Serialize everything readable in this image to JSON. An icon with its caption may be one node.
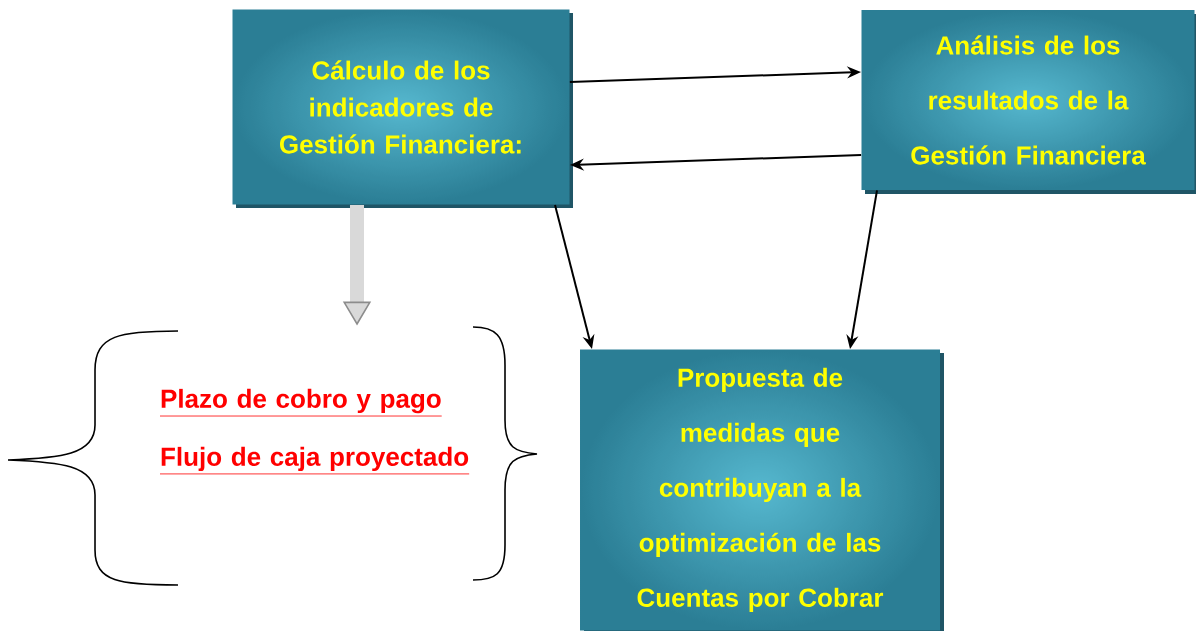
{
  "diagram": {
    "nodes": [
      {
        "text": [
          "Cálculo de los indicadores de Gestión Financiera:"
        ]
      },
      {
        "text": [
          "Análisis de los resultados de la Gestión Financiera"
        ]
      },
      {
        "text": [
          "Propuesta de medidas que contribuyan a la optimización de las Cuentas por Cobrar"
        ]
      },
      {
        "text": [
          "Plazo de cobro y pago",
          "Flujo de caja proyectado"
        ]
      }
    ],
    "edges": [
      {
        "from": 0,
        "to": 1,
        "arrow": "to"
      },
      {
        "from": 1,
        "to": 0,
        "arrow": "to"
      },
      {
        "from": 0,
        "to": 2,
        "arrow": "to"
      },
      {
        "from": 1,
        "to": 2,
        "arrow": "to"
      },
      {
        "from": 0,
        "to": 3,
        "arrow": "to",
        "style": "thick",
        "color": "#d9d9d9"
      }
    ]
  }
}
